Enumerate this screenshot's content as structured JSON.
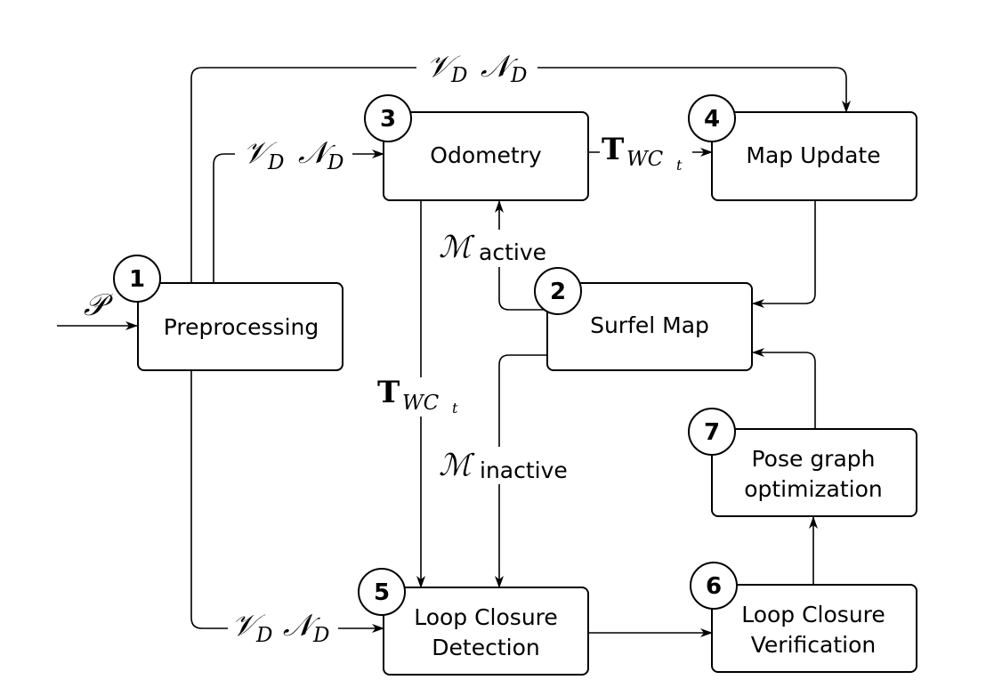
{
  "nodes": {
    "preprocessing": {
      "number": "1",
      "label": "Preprocessing"
    },
    "surfel_map": {
      "number": "2",
      "label": "Surfel Map"
    },
    "odometry": {
      "number": "3",
      "label": "Odometry"
    },
    "map_update": {
      "number": "4",
      "label": "Map Update"
    },
    "loop_closure_detection": {
      "number": "5",
      "label_line1": "Loop Closure",
      "label_line2": "Detection"
    },
    "loop_closure_verification": {
      "number": "6",
      "label_line1": "Loop Closure",
      "label_line2": "Verification"
    },
    "pose_graph_optimization": {
      "number": "7",
      "label_line1": "Pose graph",
      "label_line2": "optimization"
    }
  },
  "edge_labels": {
    "input_pointcloud": "𝒫",
    "vertex_map": "𝒱",
    "normal_map": "𝒩",
    "map_subscript": "D",
    "pose_T": "T",
    "pose_subscript": "WC",
    "pose_sub_sub": "t",
    "model_symbol": "ℳ",
    "active_label": "active",
    "inactive_label": "inactive"
  }
}
